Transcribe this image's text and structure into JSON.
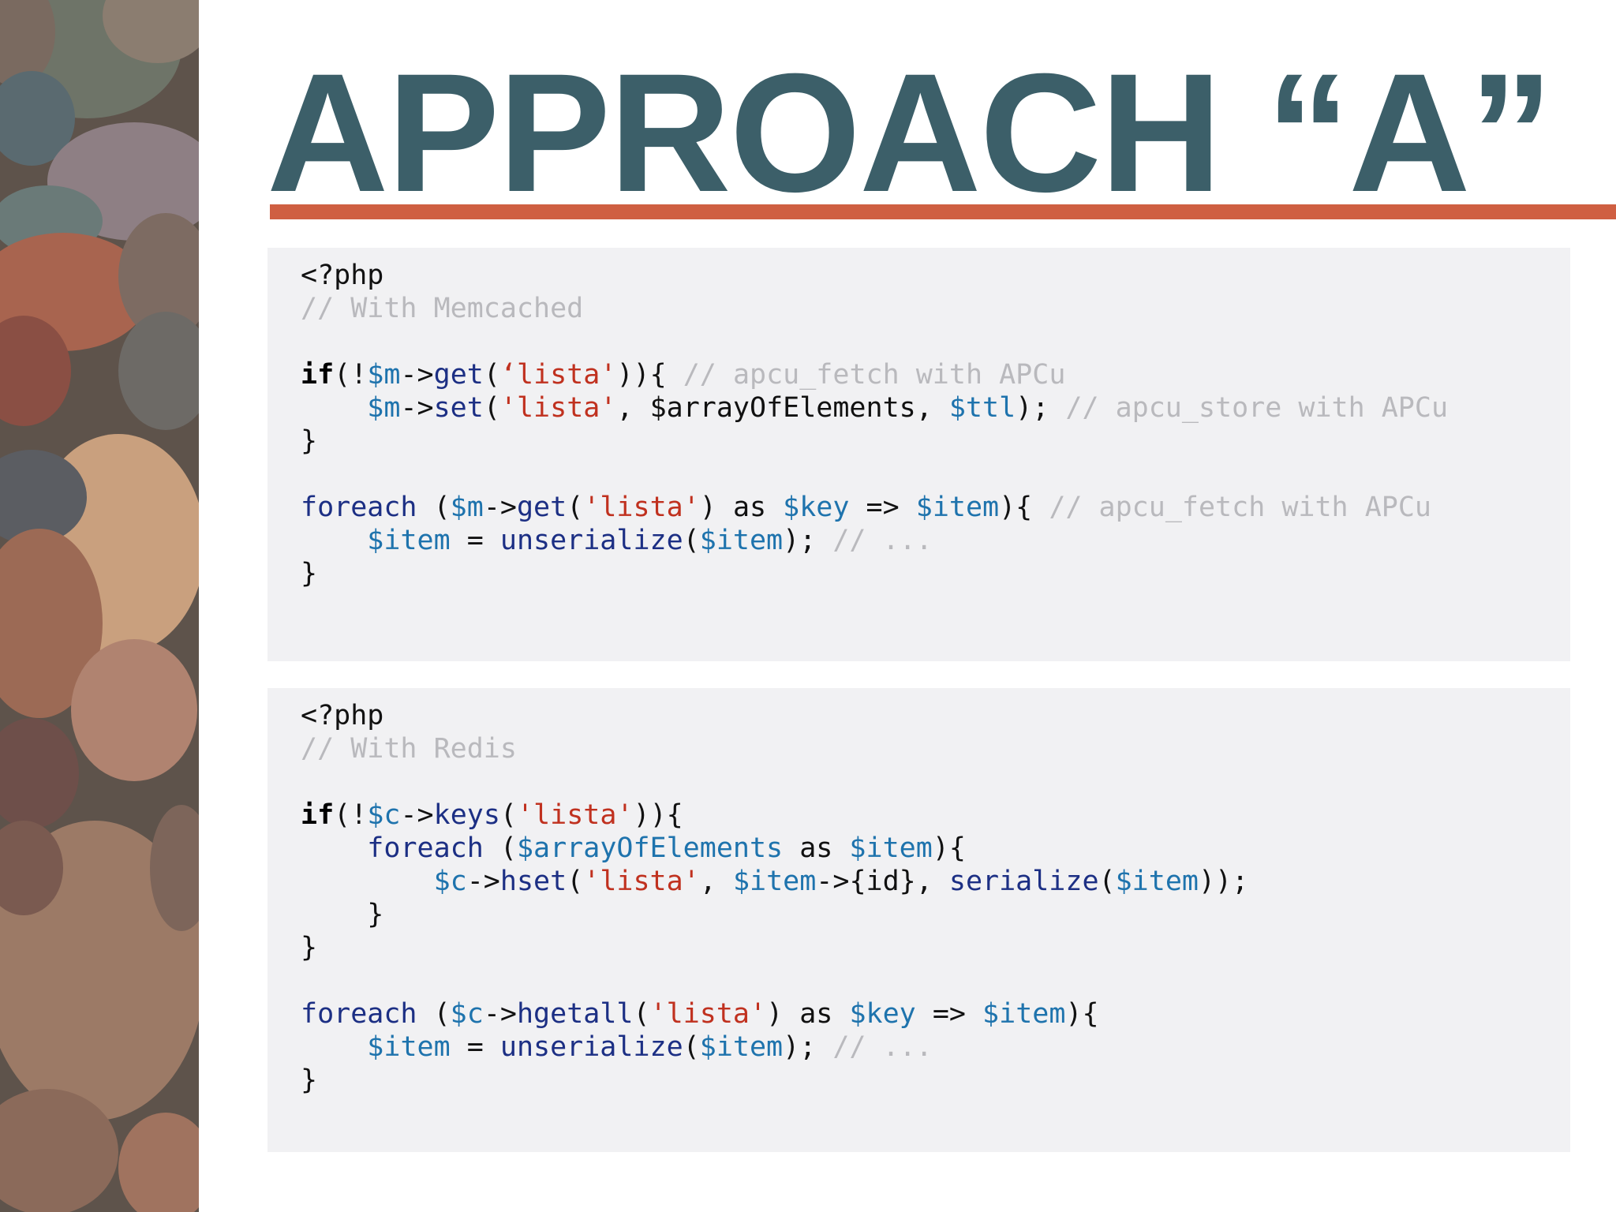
{
  "slide": {
    "title": "APPROACH “A”",
    "colors": {
      "title": "#3c5f69",
      "rule": "#cf5f42",
      "code_background": "#f1f1f3",
      "comment": "#b9b9bd",
      "variable": "#1e73ad",
      "string": "#c0311f",
      "function": "#1c2f84"
    },
    "decoration": "river-stones-photo"
  },
  "code_blocks": [
    {
      "lines": [
        [
          {
            "t": "<?php",
            "c": "txt"
          }
        ],
        [
          {
            "t": "// With Memcached",
            "c": "com"
          }
        ],
        [],
        [
          {
            "t": "if",
            "c": "kwb"
          },
          {
            "t": "(!",
            "c": "txt"
          },
          {
            "t": "$m",
            "c": "var"
          },
          {
            "t": "->",
            "c": "txt"
          },
          {
            "t": "get",
            "c": "fn"
          },
          {
            "t": "(",
            "c": "txt"
          },
          {
            "t": "‘lista'",
            "c": "str"
          },
          {
            "t": ")){ ",
            "c": "txt"
          },
          {
            "t": "// apcu_fetch with APCu",
            "c": "com"
          }
        ],
        [
          {
            "t": "    ",
            "c": "txt"
          },
          {
            "t": "$m",
            "c": "var"
          },
          {
            "t": "->",
            "c": "txt"
          },
          {
            "t": "set",
            "c": "fn"
          },
          {
            "t": "(",
            "c": "txt"
          },
          {
            "t": "'lista'",
            "c": "str"
          },
          {
            "t": ", $arrayOfElements, ",
            "c": "txt"
          },
          {
            "t": "$ttl",
            "c": "var"
          },
          {
            "t": "); ",
            "c": "txt"
          },
          {
            "t": "// apcu_store with APCu",
            "c": "com"
          }
        ],
        [
          {
            "t": "}",
            "c": "txt"
          }
        ],
        [],
        [
          {
            "t": "foreach",
            "c": "kw"
          },
          {
            "t": " (",
            "c": "txt"
          },
          {
            "t": "$m",
            "c": "var"
          },
          {
            "t": "->",
            "c": "txt"
          },
          {
            "t": "get",
            "c": "fn"
          },
          {
            "t": "(",
            "c": "txt"
          },
          {
            "t": "'lista'",
            "c": "str"
          },
          {
            "t": ") as ",
            "c": "txt"
          },
          {
            "t": "$key",
            "c": "var"
          },
          {
            "t": " => ",
            "c": "txt"
          },
          {
            "t": "$item",
            "c": "var"
          },
          {
            "t": "){ ",
            "c": "txt"
          },
          {
            "t": "// apcu_fetch with APCu",
            "c": "com"
          }
        ],
        [
          {
            "t": "    ",
            "c": "txt"
          },
          {
            "t": "$item",
            "c": "var"
          },
          {
            "t": " = ",
            "c": "txt"
          },
          {
            "t": "unserialize",
            "c": "fn"
          },
          {
            "t": "(",
            "c": "txt"
          },
          {
            "t": "$item",
            "c": "var"
          },
          {
            "t": "); ",
            "c": "txt"
          },
          {
            "t": "// ...",
            "c": "com"
          }
        ],
        [
          {
            "t": "}",
            "c": "txt"
          }
        ]
      ]
    },
    {
      "lines": [
        [
          {
            "t": "<?php",
            "c": "txt"
          }
        ],
        [
          {
            "t": "// With Redis",
            "c": "com"
          }
        ],
        [],
        [
          {
            "t": "if",
            "c": "kwb"
          },
          {
            "t": "(!",
            "c": "txt"
          },
          {
            "t": "$c",
            "c": "var"
          },
          {
            "t": "->",
            "c": "txt"
          },
          {
            "t": "keys",
            "c": "fn"
          },
          {
            "t": "(",
            "c": "txt"
          },
          {
            "t": "'lista'",
            "c": "str"
          },
          {
            "t": ")){",
            "c": "txt"
          }
        ],
        [
          {
            "t": "    ",
            "c": "txt"
          },
          {
            "t": "foreach",
            "c": "kw"
          },
          {
            "t": " (",
            "c": "txt"
          },
          {
            "t": "$arrayOfElements",
            "c": "var"
          },
          {
            "t": " as ",
            "c": "txt"
          },
          {
            "t": "$item",
            "c": "var"
          },
          {
            "t": "){",
            "c": "txt"
          }
        ],
        [
          {
            "t": "        ",
            "c": "txt"
          },
          {
            "t": "$c",
            "c": "var"
          },
          {
            "t": "->",
            "c": "txt"
          },
          {
            "t": "hset",
            "c": "fn"
          },
          {
            "t": "(",
            "c": "txt"
          },
          {
            "t": "'lista'",
            "c": "str"
          },
          {
            "t": ", ",
            "c": "txt"
          },
          {
            "t": "$item",
            "c": "var"
          },
          {
            "t": "->{id}, ",
            "c": "txt"
          },
          {
            "t": "serialize",
            "c": "fn"
          },
          {
            "t": "(",
            "c": "txt"
          },
          {
            "t": "$item",
            "c": "var"
          },
          {
            "t": "));",
            "c": "txt"
          }
        ],
        [
          {
            "t": "    }",
            "c": "txt"
          }
        ],
        [
          {
            "t": "}",
            "c": "txt"
          }
        ],
        [],
        [
          {
            "t": "foreach",
            "c": "kw"
          },
          {
            "t": " (",
            "c": "txt"
          },
          {
            "t": "$c",
            "c": "var"
          },
          {
            "t": "->",
            "c": "txt"
          },
          {
            "t": "hgetall",
            "c": "fn"
          },
          {
            "t": "(",
            "c": "txt"
          },
          {
            "t": "'lista'",
            "c": "str"
          },
          {
            "t": ") as ",
            "c": "txt"
          },
          {
            "t": "$key",
            "c": "var"
          },
          {
            "t": " => ",
            "c": "txt"
          },
          {
            "t": "$item",
            "c": "var"
          },
          {
            "t": "){",
            "c": "txt"
          }
        ],
        [
          {
            "t": "    ",
            "c": "txt"
          },
          {
            "t": "$item",
            "c": "var"
          },
          {
            "t": " = ",
            "c": "txt"
          },
          {
            "t": "unserialize",
            "c": "fn"
          },
          {
            "t": "(",
            "c": "txt"
          },
          {
            "t": "$item",
            "c": "var"
          },
          {
            "t": "); ",
            "c": "txt"
          },
          {
            "t": "// ...",
            "c": "com"
          }
        ],
        [
          {
            "t": "}",
            "c": "txt"
          }
        ]
      ]
    }
  ]
}
